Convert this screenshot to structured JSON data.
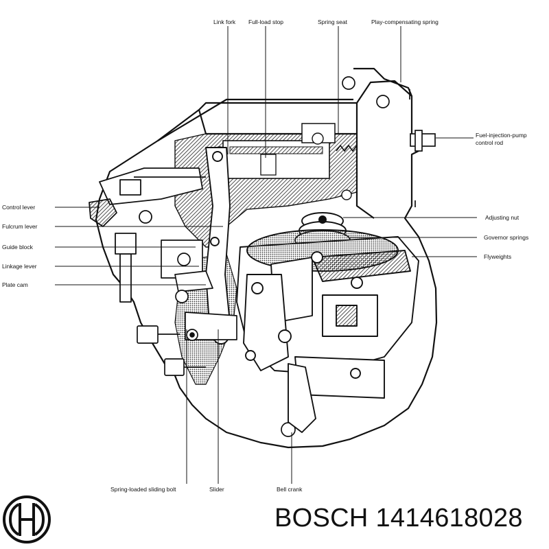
{
  "diagram": {
    "labels": {
      "link_fork": "Link fork",
      "full_load_stop": "Full-load stop",
      "spring_seat": "Spring seat",
      "play_compensating_spring": "Play-compensating spring",
      "fuel_injection_pump_line1": "Fuel-injection-pump",
      "fuel_injection_pump_line2": "control rod",
      "control_lever": "Control lever",
      "fulcrum_lever": "Fulcrum lever",
      "guide_block": "Guide block",
      "linkage_lever": "Linkage lever",
      "plate_cam": "Plate cam",
      "adjusting_nut": "Adjusting nut",
      "governor_springs": "Governor springs",
      "flyweights": "Flyweights",
      "spring_loaded_sliding_bolt": "Spring-loaded sliding bolt",
      "slider": "Slider",
      "bell_crank": "Bell crank"
    }
  },
  "brand": {
    "logo_icon": "bosch-armature-logo",
    "text": "BOSCH 1414618028"
  }
}
